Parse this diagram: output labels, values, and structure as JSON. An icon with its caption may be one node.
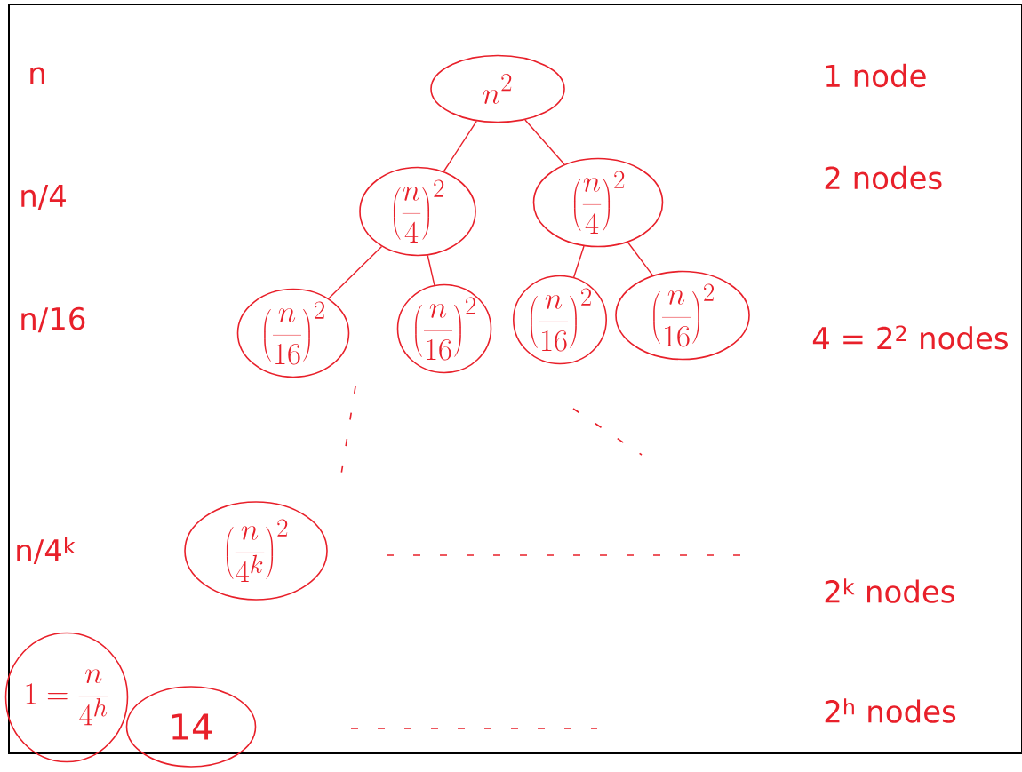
{
  "diagram": {
    "nodes": [
      {
        "text": [
          "n^{2}"
        ]
      },
      {
        "text": [
          "\\left(\\frac{n}{4}\\right)^{2}"
        ]
      },
      {
        "text": [
          "\\left(\\frac{n}{4}\\right)^{2}"
        ]
      },
      {
        "text": [
          "\\left(\\frac{n}{16}\\right)^{2}"
        ]
      },
      {
        "text": [
          "\\left(\\frac{n}{16}\\right)^{2}"
        ]
      },
      {
        "text": [
          "\\left(\\frac{n}{16}\\right)^{2}"
        ]
      },
      {
        "text": [
          "\\left(\\frac{n}{16}\\right)^{2}"
        ]
      },
      {
        "text": [
          "\\left(\\frac{n}{4^{k}}\\right)^{2}"
        ]
      },
      {
        "text": [
          "1=\\frac{n}{4^{h}}"
        ]
      },
      {
        "text": [
          "14"
        ]
      }
    ],
    "edges": [
      {
        "from": 0,
        "to": 1,
        "arrow": "none"
      },
      {
        "from": 0,
        "to": 2,
        "arrow": "none"
      },
      {
        "from": 1,
        "to": 3,
        "arrow": "none"
      },
      {
        "from": 1,
        "to": 4,
        "arrow": "none"
      },
      {
        "from": 2,
        "to": 5,
        "arrow": "none"
      },
      {
        "from": 2,
        "to": 6,
        "arrow": "none"
      }
    ],
    "labels": [
      "n",
      "1 node",
      "n/4",
      "2 nodes",
      "n/16",
      "4 = 2$^{2}$ nodes",
      "n/4$^{k}$",
      "2$^{k}$ nodes",
      "2$^{h}$ nodes"
    ]
  }
}
